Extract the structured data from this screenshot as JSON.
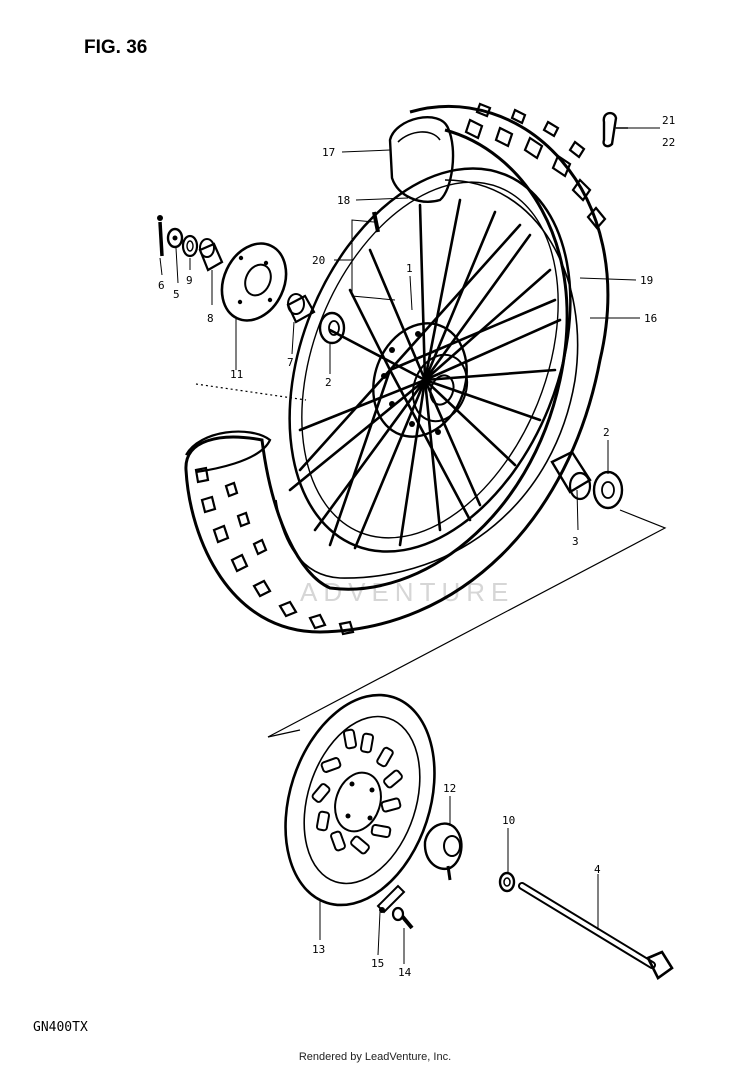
{
  "figure": {
    "title": "FIG. 36",
    "model": "GN400TX",
    "footer": "Rendered by LeadVenture, Inc.",
    "watermark": "ADVENTURE"
  },
  "callouts": [
    {
      "id": "c6",
      "label": "6"
    },
    {
      "id": "c5",
      "label": "5"
    },
    {
      "id": "c9",
      "label": "9"
    },
    {
      "id": "c8",
      "label": "8"
    },
    {
      "id": "c11",
      "label": "11"
    },
    {
      "id": "c7",
      "label": "7"
    },
    {
      "id": "c2a",
      "label": "2"
    },
    {
      "id": "c17",
      "label": "17"
    },
    {
      "id": "c18",
      "label": "18"
    },
    {
      "id": "c20",
      "label": "20"
    },
    {
      "id": "c1",
      "label": "1"
    },
    {
      "id": "c21",
      "label": "21"
    },
    {
      "id": "c22",
      "label": "22"
    },
    {
      "id": "c19",
      "label": "19"
    },
    {
      "id": "c16",
      "label": "16"
    },
    {
      "id": "c2b",
      "label": "2"
    },
    {
      "id": "c3",
      "label": "3"
    },
    {
      "id": "c12",
      "label": "12"
    },
    {
      "id": "c10",
      "label": "10"
    },
    {
      "id": "c4",
      "label": "4"
    },
    {
      "id": "c13",
      "label": "13"
    },
    {
      "id": "c15",
      "label": "15"
    },
    {
      "id": "c14",
      "label": "14"
    }
  ]
}
